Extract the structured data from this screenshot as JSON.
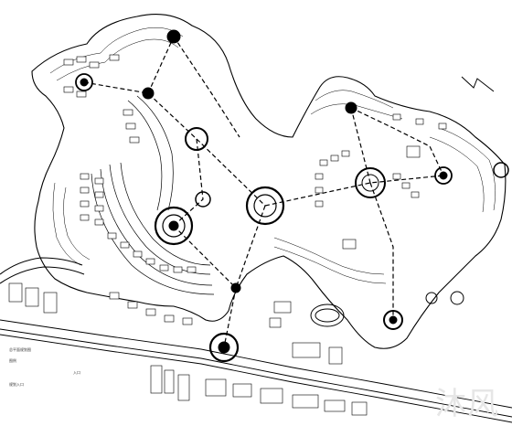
{
  "drawing": {
    "kind": "masterplan",
    "line_color": "#000000",
    "background": "#ffffff",
    "path_style": "dashed-arrows",
    "north_arrow": "top-right"
  },
  "legend": {
    "line1": "总平面规划图",
    "line2": "图例",
    "line3": "入口",
    "line4": "规划入口"
  },
  "watermark": {
    "text": "沐风"
  }
}
